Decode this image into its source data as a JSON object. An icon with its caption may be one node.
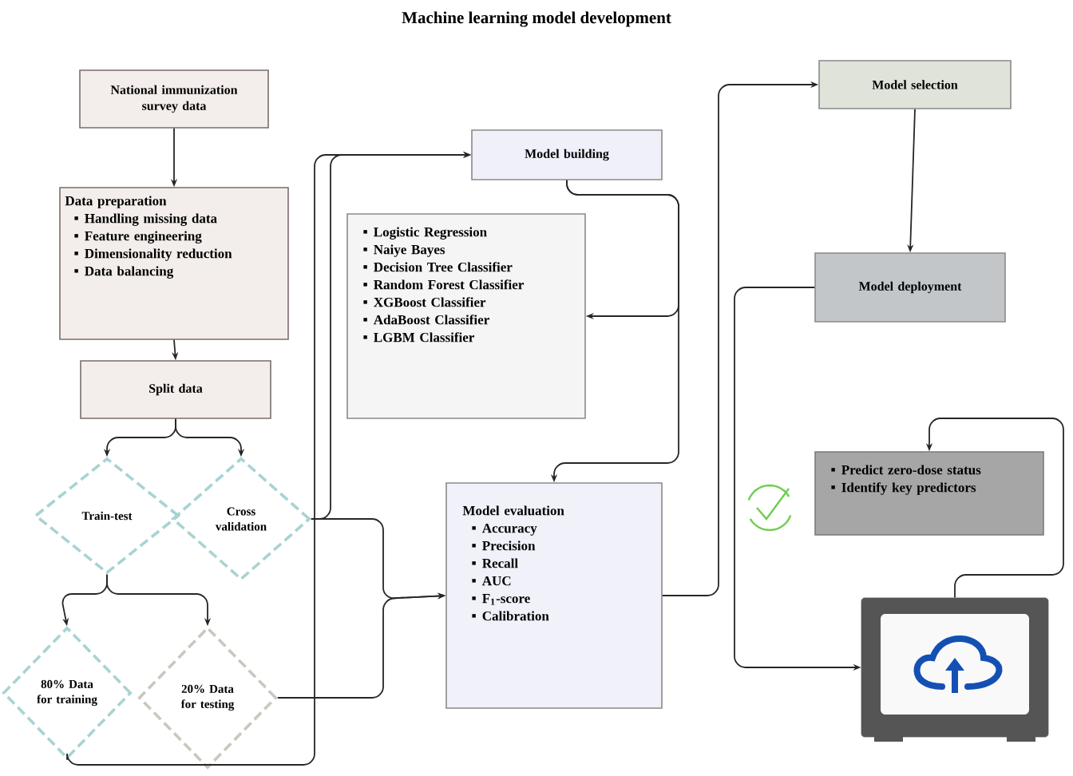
{
  "diagram": {
    "title": "Machine learning model development",
    "nodes": [
      {
        "text": [
          "National immunization survey data"
        ]
      },
      {
        "text": [
          "Data preparation",
          "Handling missing data",
          "Feature engineering",
          "Dimensionality  reduction",
          "Data balancing"
        ]
      },
      {
        "text": [
          "Split data"
        ]
      },
      {
        "text": [
          "Train-test"
        ]
      },
      {
        "text": [
          "Cross validation"
        ]
      },
      {
        "text": [
          "80% Data for training"
        ]
      },
      {
        "text": [
          "20% Data for testing"
        ]
      },
      {
        "text": [
          "Model building"
        ]
      },
      {
        "text": [
          "Logistic Regression",
          "Naiye Bayes",
          "Decision Tree Classifier",
          "Random Forest Classifier",
          "XGBoost Classifier",
          "AdaBoost Classifier",
          "LGBM Classifier"
        ]
      },
      {
        "text": [
          "Model evaluation",
          "Accuracy",
          "Precision",
          "Recall",
          "AUC",
          "F$_{1}$-score",
          "Calibration"
        ]
      },
      {
        "text": [
          "Model selection"
        ]
      },
      {
        "text": [
          "Model deployment"
        ]
      },
      {
        "text": [
          "Predict zero-dose status",
          "Identify key predictors"
        ]
      },
      {
        "text": [],
        "shape": "monitor"
      }
    ],
    "edges": [
      {
        "from": 0,
        "to": 1,
        "arrow": "to"
      },
      {
        "from": 1,
        "to": 2,
        "arrow": "to"
      },
      {
        "from": 2,
        "to": 3,
        "arrow": "to"
      },
      {
        "from": 2,
        "to": 4,
        "arrow": "to"
      },
      {
        "from": 3,
        "to": 5,
        "arrow": "to"
      },
      {
        "from": 3,
        "to": 6,
        "arrow": "to"
      },
      {
        "from": 4,
        "to": 7,
        "arrow": "to"
      },
      {
        "from": 5,
        "to": 7,
        "arrow": "to"
      },
      {
        "from": 4,
        "to": 9,
        "arrow": "to"
      },
      {
        "from": 6,
        "to": 9,
        "arrow": "to"
      },
      {
        "from": 7,
        "to": 8,
        "arrow": "to"
      },
      {
        "from": 7,
        "to": 9,
        "arrow": "to"
      },
      {
        "from": 9,
        "to": 10,
        "arrow": "to"
      },
      {
        "from": 10,
        "to": 11,
        "arrow": "to"
      },
      {
        "from": 11,
        "to": 13,
        "arrow": "to"
      },
      {
        "from": 13,
        "to": 12,
        "arrow": "to"
      }
    ]
  }
}
